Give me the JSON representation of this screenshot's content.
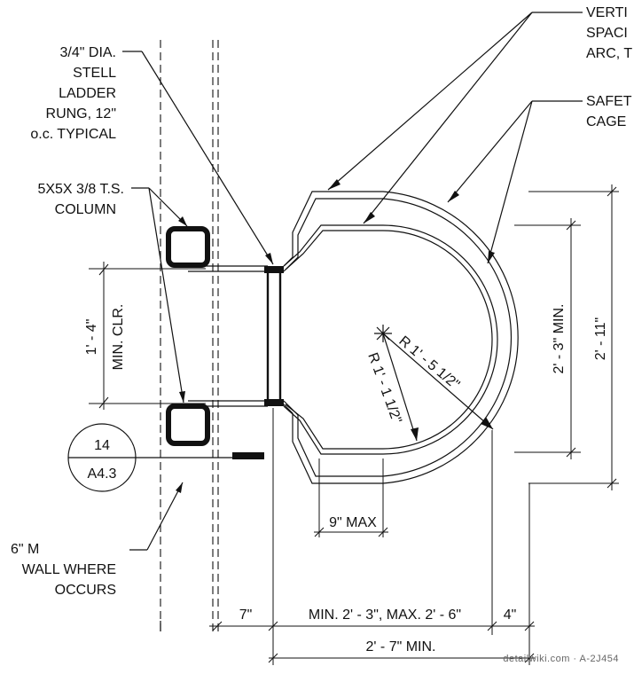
{
  "notes": {
    "vertical_bars": [
      "VERTI",
      "SPACI",
      "ARC, T"
    ],
    "safety_cage": [
      "SAFET",
      "CAGE"
    ],
    "rung": [
      "3/4\" DIA.",
      "STELL",
      "LADDER",
      "RUNG, 12\"",
      "o.c. TYPICAL"
    ],
    "column": [
      "5X5X 3/8 T.S.",
      "COLUMN"
    ],
    "wall": [
      "6\" M",
      "WALL WHERE",
      "OCCURS"
    ]
  },
  "dimensions": {
    "clear_width": "1' - 4\"",
    "clear_note": "MIN. CLR.",
    "cage_inner": "2' - 3\" MIN.",
    "cage_outer": "2' - 11\"",
    "radius_outer": "R 1' - 5 1/2\"",
    "radius_inner": "R 1' - 1 1/2\"",
    "gap_max": "9\" MAX",
    "offset": "7\"",
    "rung_to_cage": "MIN. 2' - 3\", MAX. 2' - 6\"",
    "cage_thickness": "4\"",
    "overall": "2' - 7\" MIN."
  },
  "section_marker": {
    "number": "14",
    "sheet": "A4.3"
  },
  "watermark": "detailwiki.com · A-2J454"
}
